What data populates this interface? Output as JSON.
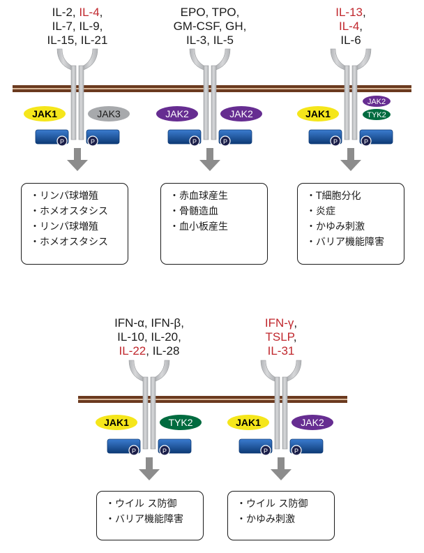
{
  "pathways": [
    {
      "cytokine_lines": [
        [
          {
            "t": "IL-2, ",
            "red": false
          },
          {
            "t": "IL-4",
            "red": true
          },
          {
            "t": ",",
            "red": false
          }
        ],
        [
          {
            "t": "IL-7, IL-9,",
            "red": false
          }
        ],
        [
          {
            "t": "IL-15, IL-21",
            "red": false
          }
        ]
      ],
      "jaks": [
        {
          "label": "JAK1",
          "fill": "#f5e61b",
          "text_color": "#000000",
          "bold": true
        },
        {
          "label": "JAK3",
          "fill": "#a7a9ac",
          "text_color": "#1a1a1a",
          "bold": false
        }
      ],
      "phospho": [
        "P",
        "P"
      ],
      "effects": [
        "・リンパ球増殖",
        "・ホメオスタシス",
        "・リンパ球増殖",
        "・ホメオスタシス"
      ]
    },
    {
      "cytokine_lines": [
        [
          {
            "t": "EPO, TPO,",
            "red": false
          }
        ],
        [
          {
            "t": "GM-CSF, GH,",
            "red": false
          }
        ],
        [
          {
            "t": "IL-3, IL-5",
            "red": false
          }
        ]
      ],
      "jaks": [
        {
          "label": "JAK2",
          "fill": "#662d91",
          "text_color": "#ffffff",
          "bold": false
        },
        {
          "label": "JAK2",
          "fill": "#662d91",
          "text_color": "#ffffff",
          "bold": false
        }
      ],
      "phospho": [
        "P",
        "P"
      ],
      "effects": [
        "・赤血球産生",
        "・骨髄造血",
        "・血小板産生"
      ]
    },
    {
      "cytokine_lines": [
        [
          {
            "t": "IL-13",
            "red": true
          },
          {
            "t": ",",
            "red": false
          }
        ],
        [
          {
            "t": "IL-4",
            "red": true
          },
          {
            "t": ",",
            "red": false
          }
        ],
        [
          {
            "t": "IL-6",
            "red": false
          }
        ]
      ],
      "jaks": [
        {
          "label": "JAK1",
          "fill": "#f5e61b",
          "text_color": "#000000",
          "bold": true
        },
        {
          "label": "JAK2",
          "fill": "#662d91",
          "text_color": "#ffffff",
          "bold": false,
          "stack_top": true
        },
        {
          "label": "TYK2",
          "fill": "#006b3f",
          "text_color": "#ffffff",
          "bold": false,
          "stack_bottom": true
        }
      ],
      "phospho": [
        "P",
        "P"
      ],
      "effects": [
        "・T細胞分化",
        "・炎症",
        "・かゆみ刺激",
        "・バリア機能障害"
      ]
    },
    {
      "cytokine_lines": [
        [
          {
            "t": "IFN-α, IFN-β,",
            "red": false
          }
        ],
        [
          {
            "t": "IL-10, IL-20,",
            "red": false
          }
        ],
        [
          {
            "t": "IL-22",
            "red": true
          },
          {
            "t": ", IL-28",
            "red": false
          }
        ]
      ],
      "jaks": [
        {
          "label": "JAK1",
          "fill": "#f5e61b",
          "text_color": "#000000",
          "bold": true
        },
        {
          "label": "TYK2",
          "fill": "#006b3f",
          "text_color": "#ffffff",
          "bold": false
        }
      ],
      "phospho": [
        "P",
        "P"
      ],
      "effects": [
        "・ウイル ス防御",
        "・バリア機能障害"
      ]
    },
    {
      "cytokine_lines": [
        [
          {
            "t": "IFN-γ",
            "red": true
          },
          {
            "t": ",",
            "red": false
          }
        ],
        [
          {
            "t": "TSLP",
            "red": true
          },
          {
            "t": ",",
            "red": false
          }
        ],
        [
          {
            "t": "IL-31",
            "red": true
          }
        ]
      ],
      "jaks": [
        {
          "label": "JAK1",
          "fill": "#f5e61b",
          "text_color": "#000000",
          "bold": true
        },
        {
          "label": "JAK2",
          "fill": "#662d91",
          "text_color": "#ffffff",
          "bold": false
        }
      ],
      "phospho": [
        "P",
        "P"
      ],
      "effects": [
        "・ウイル ス防御",
        "・かゆみ刺激"
      ]
    }
  ],
  "colors": {
    "membrane_brown": "#6b3a1f",
    "membrane_highlight": "#d9b89a",
    "receptor_gray": "#b3b5b8",
    "receptor_light": "#d7d8da",
    "kinase_blue": "#1f5fae",
    "kinase_blue_dark": "#0d3a75",
    "phospho_navy": "#1b1f4a",
    "arrow_gray": "#8c8c8c",
    "highlight_red": "#c0272d"
  }
}
